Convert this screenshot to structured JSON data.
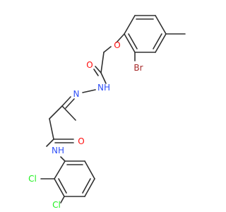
{
  "molecule": {
    "atom_labels": {
      "ether_oxygen": "O",
      "bromine": "Br",
      "acyl_oxygen": "O",
      "hydrazide_nh": "NH",
      "imine_nitrogen": "N",
      "amide_oxygen": "O",
      "amide_nh": "NH",
      "chlorine_meta": "Cl",
      "chlorine_para": "Cl"
    },
    "colors": {
      "oxygen": "#ff0d0d",
      "nitrogen": "#3050f8",
      "bromine": "#a62929",
      "chlorine": "#1ff01f",
      "carbon_bond": "#303030"
    }
  }
}
